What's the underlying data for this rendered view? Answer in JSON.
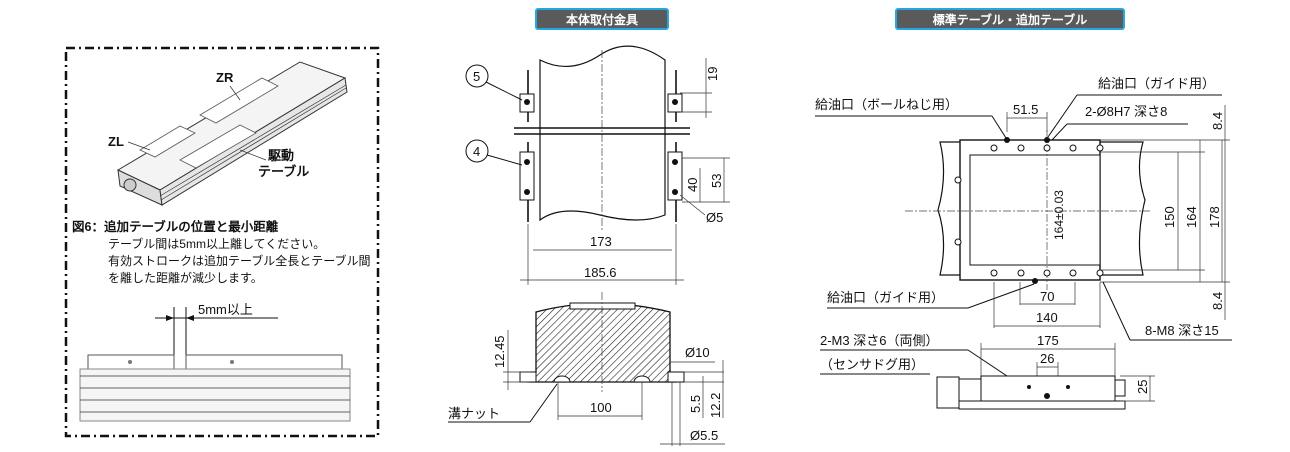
{
  "headers": {
    "mount": "本体取付金具",
    "table": "標準テーブル・追加テーブル"
  },
  "fig6": {
    "label_zr": "ZR",
    "label_zl": "ZL",
    "label_drive1": "駆動",
    "label_drive2": "テーブル",
    "title": "図6：追加テーブルの位置と最小距離",
    "line1": "テーブル間は5mm以上離してください。",
    "line2": "有効ストロークは追加テーブル全長とテーブル間",
    "line3": "を離した距離が減少します。",
    "gap_label": "5mm以上"
  },
  "mount": {
    "balloon5": "5",
    "balloon4": "4",
    "d19": "19",
    "d40": "40",
    "d53": "53",
    "d_phi5": "Ø5",
    "d173": "173",
    "d185_6": "185.6",
    "d12_45": "12.45",
    "d_phi10": "Ø10",
    "d5_5": "5.5",
    "d12_2": "12.2",
    "d100": "100",
    "d_phi5_5": "Ø5.5",
    "groove_nut": "溝ナット"
  },
  "table": {
    "oil_ball": "給油口（ボールねじ用）",
    "oil_guide_top": "給油口（ガイド用）",
    "pin_hole": "2-Ø8H7 深さ8",
    "d51_5": "51.5",
    "d8_4_top": "8.4",
    "d164_tol": "164±0.03",
    "d150": "150",
    "d164": "164",
    "d178": "178",
    "d8_4_bot": "8.4",
    "oil_guide_bot": "給油口（ガイド用）",
    "d70": "70",
    "d140": "140",
    "tap": "8-M8 深さ15",
    "sensor1": "2-M3 深さ6（両側）",
    "sensor2": "（センサドグ用）",
    "d175": "175",
    "d26": "26",
    "d25": "25"
  }
}
